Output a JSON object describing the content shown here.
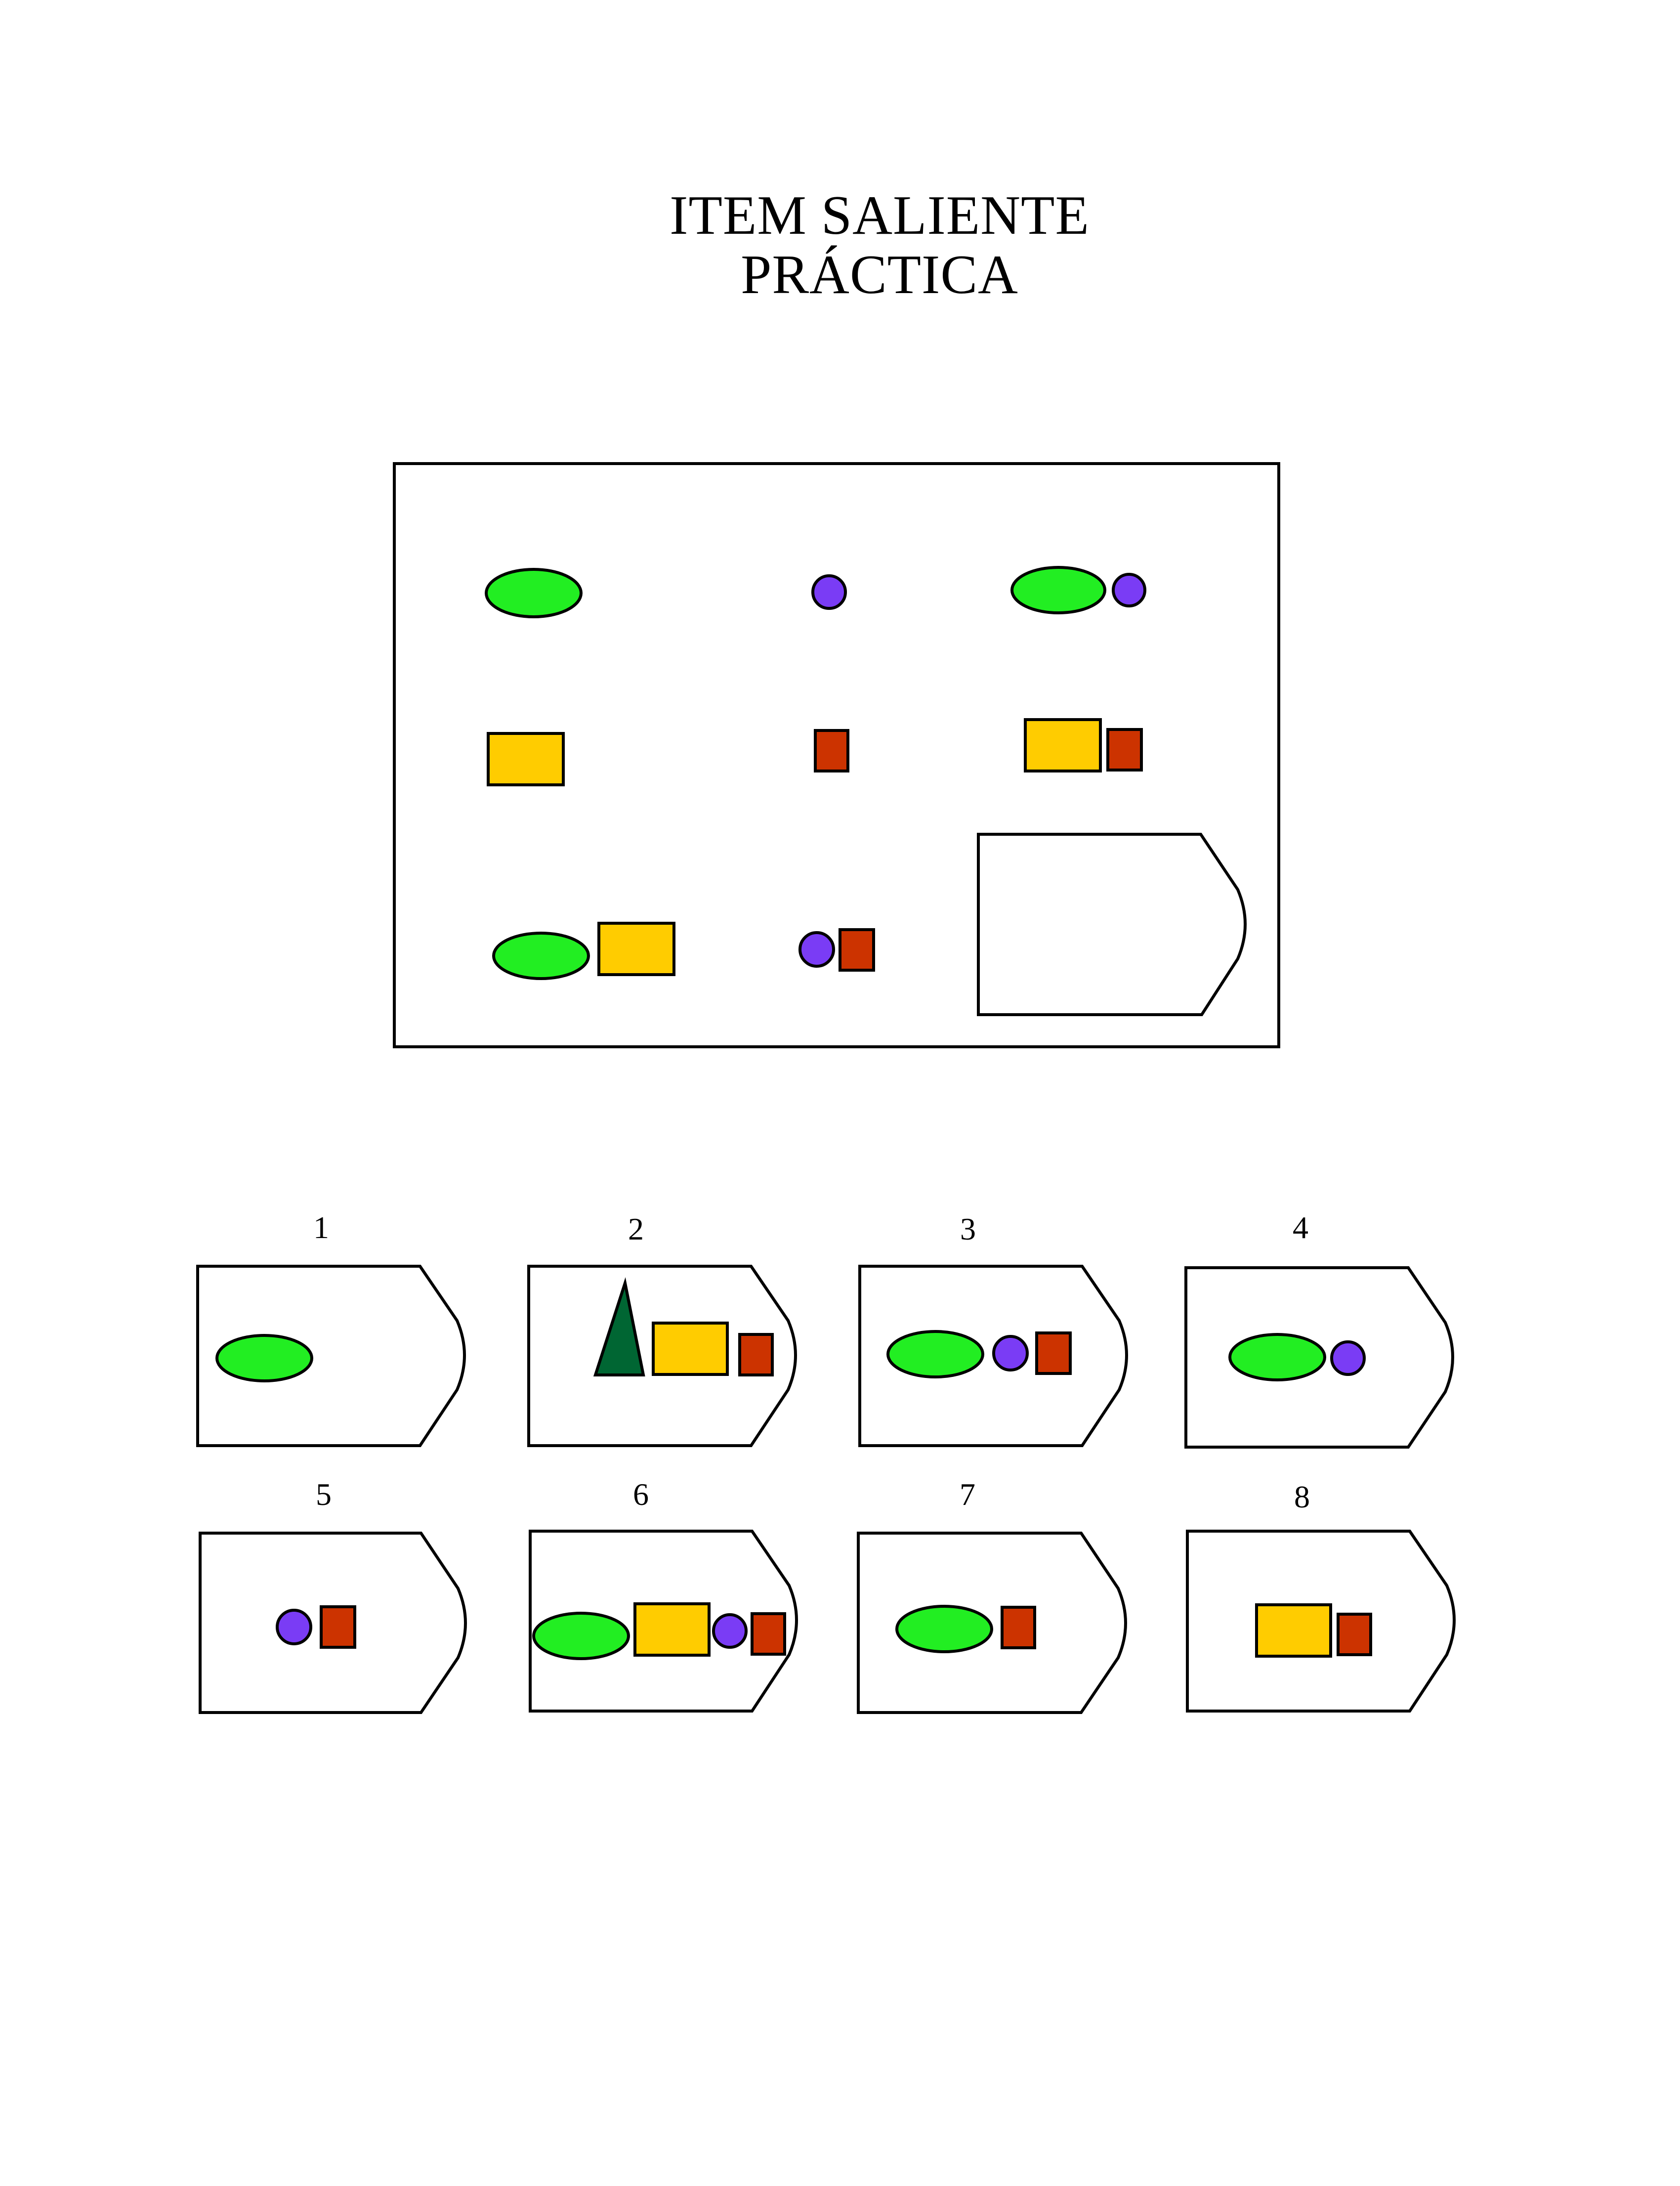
{
  "title": {
    "line1": "ITEM SALIENTE",
    "line2": "PRÁCTICA"
  },
  "colors": {
    "ellipse": "#22ee22",
    "circle": "#7a3cf5",
    "rectangle": "#ffcc00",
    "square": "#cc3300",
    "triangle": "#006633",
    "stroke": "#000000"
  },
  "options": [
    {
      "label": "1",
      "shapes": [
        "ellipse"
      ]
    },
    {
      "label": "2",
      "shapes": [
        "triangle",
        "rectangle",
        "square"
      ]
    },
    {
      "label": "3",
      "shapes": [
        "ellipse",
        "circle",
        "square"
      ]
    },
    {
      "label": "4",
      "shapes": [
        "ellipse",
        "circle"
      ]
    },
    {
      "label": "5",
      "shapes": [
        "circle",
        "square"
      ]
    },
    {
      "label": "6",
      "shapes": [
        "ellipse",
        "rectangle",
        "circle",
        "square"
      ]
    },
    {
      "label": "7",
      "shapes": [
        "ellipse",
        "square"
      ]
    },
    {
      "label": "8",
      "shapes": [
        "rectangle",
        "square"
      ]
    }
  ]
}
